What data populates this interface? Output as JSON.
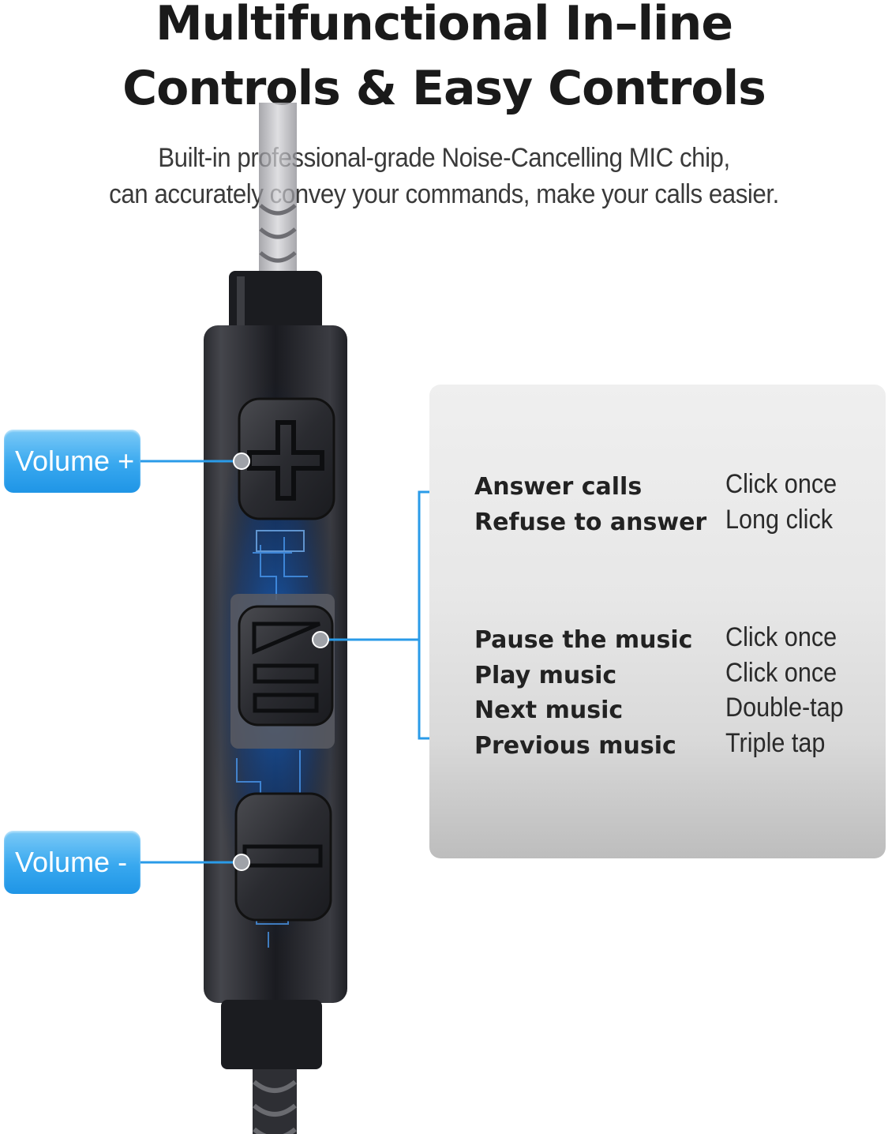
{
  "heading": {
    "line1": "Multifunctional In–line",
    "line2": "Controls & Easy Controls"
  },
  "subheading": {
    "line1": "Built-in professional-grade Noise-Cancelling MIC chip,",
    "line2": "can accurately convey your commands, make your calls easier."
  },
  "callouts": {
    "volume_up": "Volume +",
    "volume_down": "Volume -"
  },
  "controls": {
    "call_group": [
      {
        "action": "Answer calls",
        "gesture": "Click once"
      },
      {
        "action": "Refuse to answer",
        "gesture": "Long click"
      }
    ],
    "music_group": [
      {
        "action": "Pause the music",
        "gesture": "Click once"
      },
      {
        "action": "Play music",
        "gesture": "Click once"
      },
      {
        "action": "Next music",
        "gesture": "Double-tap"
      },
      {
        "action": "Previous music",
        "gesture": "Triple tap"
      }
    ]
  },
  "colors": {
    "accent_blue": "#38a8ef",
    "leader_line": "#2a9be8",
    "remote_body": "#1c1d22",
    "title_text": "#1a1a1a"
  },
  "icons": [
    "plus-icon",
    "play-pause-icon",
    "minus-icon"
  ]
}
